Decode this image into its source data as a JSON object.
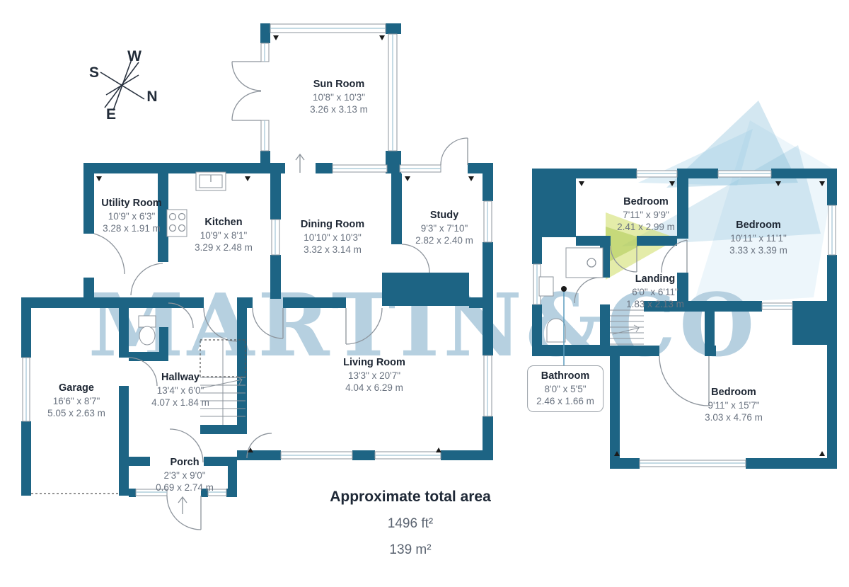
{
  "watermark": {
    "text": "MARTIN&CO"
  },
  "compass": {
    "n": "N",
    "s": "S",
    "e": "E",
    "w": "W"
  },
  "summary": {
    "title": "Approximate total area",
    "imperial": "1496 ft²",
    "metric": "139 m²"
  },
  "rooms": {
    "sun_room": {
      "name": "Sun Room",
      "imperial": "10'8\" x 10'3\"",
      "metric": "3.26 x 3.13 m"
    },
    "utility_room": {
      "name": "Utility Room",
      "imperial": "10'9\" x 6'3\"",
      "metric": "3.28 x 1.91 m"
    },
    "kitchen": {
      "name": "Kitchen",
      "imperial": "10'9\" x 8'1\"",
      "metric": "3.29 x 2.48 m"
    },
    "dining_room": {
      "name": "Dining Room",
      "imperial": "10'10\" x 10'3\"",
      "metric": "3.32 x 3.14 m"
    },
    "study": {
      "name": "Study",
      "imperial": "9'3\" x 7'10\"",
      "metric": "2.82 x 2.40 m"
    },
    "garage": {
      "name": "Garage",
      "imperial": "16'6\" x 8'7\"",
      "metric": "5.05 x 2.63 m"
    },
    "hallway": {
      "name": "Hallway",
      "imperial": "13'4\" x 6'0\"",
      "metric": "4.07 x 1.84 m"
    },
    "living_room": {
      "name": "Living Room",
      "imperial": "13'3\" x 20'7\"",
      "metric": "4.04 x 6.29 m"
    },
    "porch": {
      "name": "Porch",
      "imperial": "2'3\" x 9'0\"",
      "metric": "0.69 x 2.74 m"
    },
    "bedroom_1": {
      "name": "Bedroom",
      "imperial": "7'11\" x 9'9\"",
      "metric": "2.41 x 2.99 m"
    },
    "bedroom_2": {
      "name": "Bedroom",
      "imperial": "10'11\" x 11'1\"",
      "metric": "3.33 x 3.39 m"
    },
    "landing": {
      "name": "Landing",
      "imperial": "6'0\" x 6'11\"",
      "metric": "1.83 x 2.13 m"
    },
    "bathroom": {
      "name": "Bathroom",
      "imperial": "8'0\" x 5'5\"",
      "metric": "2.46 x 1.66 m"
    },
    "bedroom_3": {
      "name": "Bedroom",
      "imperial": "9'11\" x 15'7\"",
      "metric": "3.03 x 4.76 m"
    }
  },
  "colors": {
    "wall": "#1d6484",
    "watermark": "#b6d0e0",
    "room_name": "#1d2633",
    "dimensions": "#6a7380",
    "logo_blue": "#82b9d7",
    "logo_green": "#cedd62",
    "leader": "#5b9cbd"
  }
}
